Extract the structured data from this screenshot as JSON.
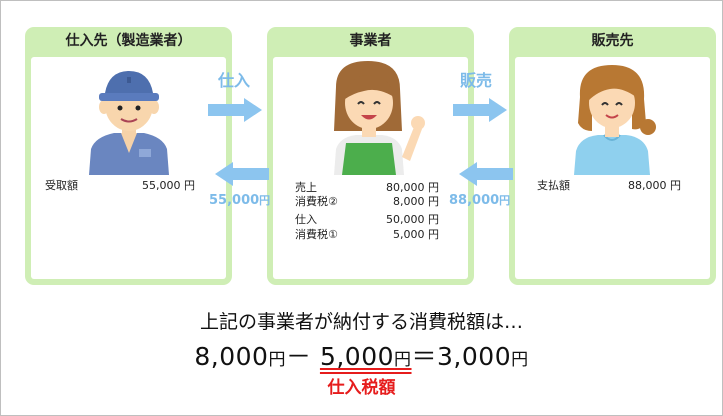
{
  "cards": {
    "supplier": {
      "title": "仕入先（製造業者）",
      "rows": [
        {
          "label": "受取額",
          "value": "55,000 円"
        }
      ]
    },
    "business": {
      "title": "事業者",
      "rows": [
        {
          "label": "売上",
          "value": "80,000 円"
        },
        {
          "label": "消費税②",
          "value": "8,000 円"
        },
        {
          "label": "仕入",
          "value": "50,000 円"
        },
        {
          "label": "消費税①",
          "value": "5,000 円"
        }
      ]
    },
    "customer": {
      "title": "販売先",
      "rows": [
        {
          "label": "支払額",
          "value": "88,000 円"
        }
      ]
    }
  },
  "flows": {
    "purchase_label": "仕入",
    "sales_label": "販売",
    "left_amount": "55,000",
    "right_amount": "88,000",
    "yen": "円"
  },
  "summary": {
    "text": "上記の事業者が納付する消費税額は…",
    "eq_a": "8,000",
    "eq_a_unit": "円",
    "eq_minus": "－",
    "eq_b": "5,000",
    "eq_b_unit": "円",
    "eq_equals": "＝",
    "eq_result": "3,000",
    "eq_result_unit": "円",
    "note": "仕入税額"
  },
  "colors": {
    "card_bg": "#cfeeb5",
    "arrow": "#8cc5ef",
    "accent_red": "#e61c1c"
  }
}
